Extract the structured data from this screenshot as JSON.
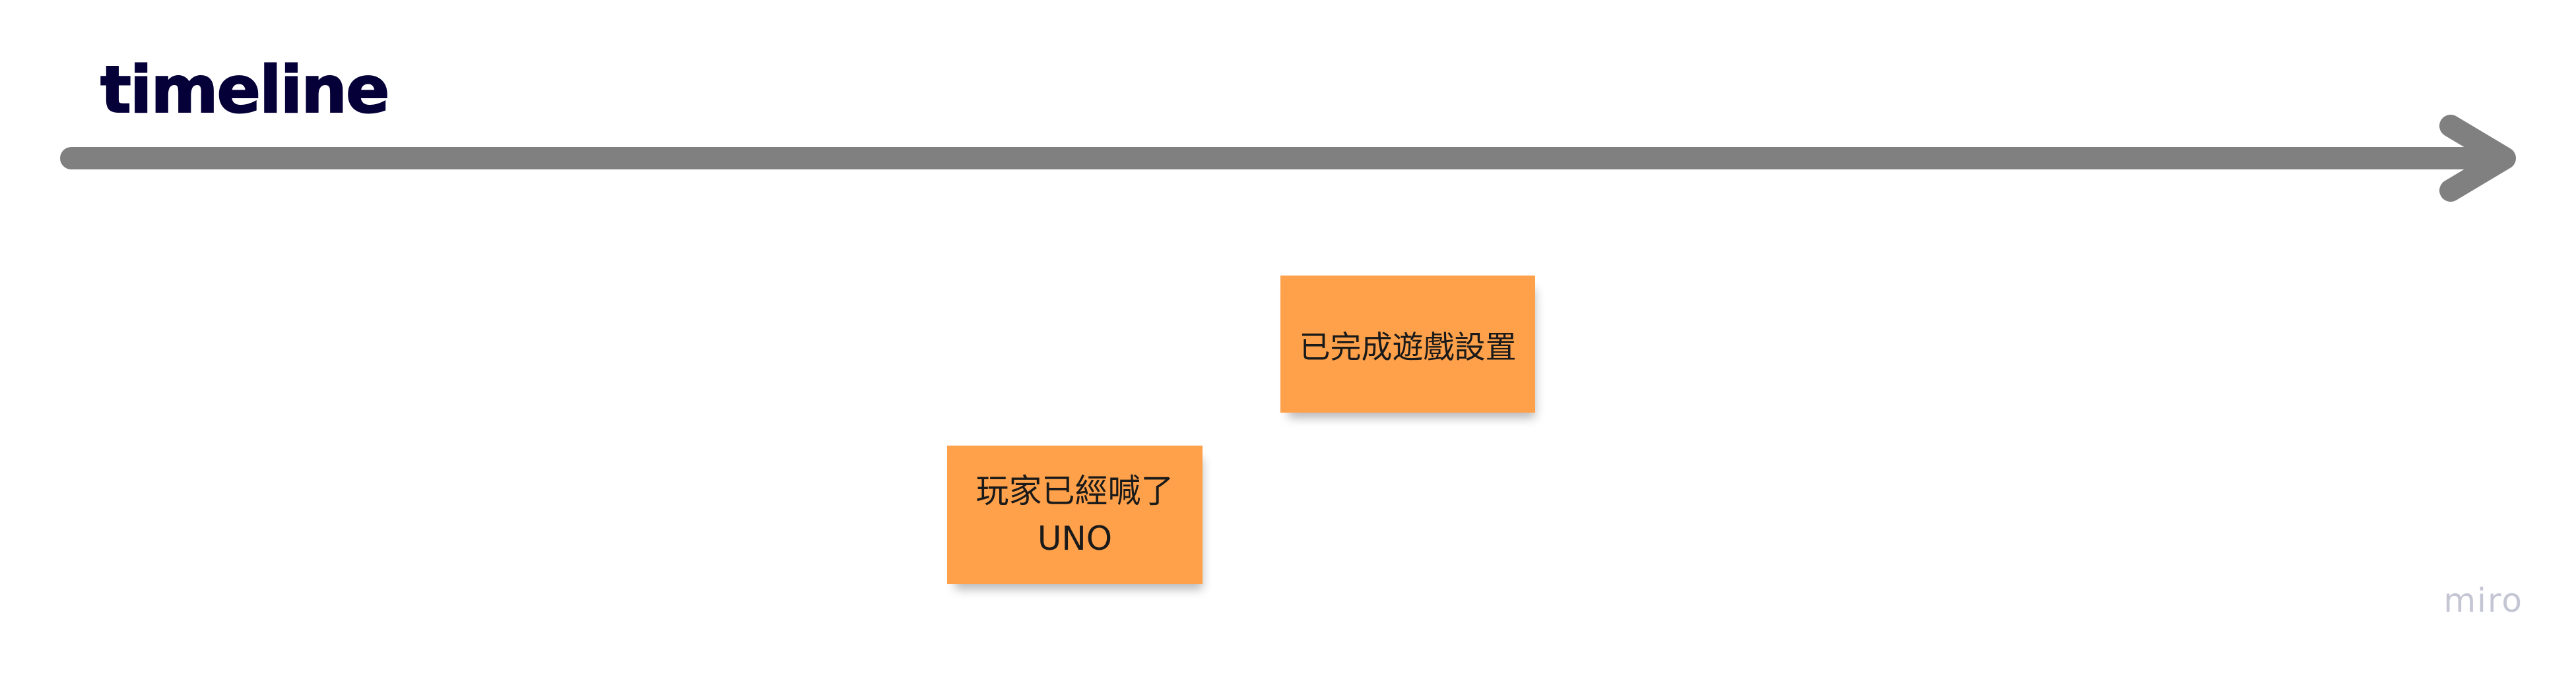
{
  "board": {
    "title": "timeline",
    "logo": "miro"
  },
  "stickies": [
    {
      "text": "已完成遊戲設置",
      "color": "#ffa14a"
    },
    {
      "text": "玩家已經喊了\nUNO",
      "color": "#ffa14a"
    }
  ],
  "colors": {
    "arrow": "#808080",
    "title": "#050038",
    "logo": "#c4c6d4"
  }
}
